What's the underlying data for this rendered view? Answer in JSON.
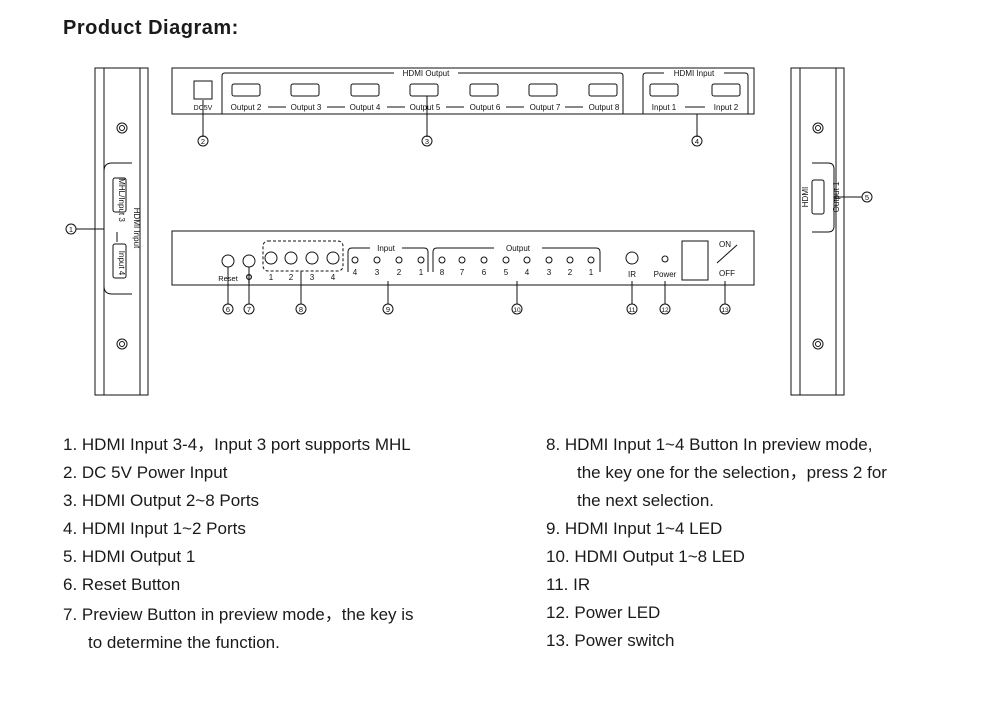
{
  "title": "Product Diagram:",
  "diagram": {
    "hdmi_output_group": "HDMI Output",
    "hdmi_input_group": "HDMI Input",
    "dc_label": "DC5V",
    "outputs_top": [
      "Output 2",
      "Output 3",
      "Output 4",
      "Output 5",
      "Output 6",
      "Output 7",
      "Output 8"
    ],
    "inputs_top": [
      "Input 1",
      "Input 2"
    ],
    "left_side": {
      "hdmi_input": "HDMI Input",
      "mhl_input3": "MHL/Input 3",
      "input4": "Input 4"
    },
    "right_side": {
      "hdmi": "HDMI",
      "output1": "Output 1"
    },
    "front": {
      "reset": "Reset",
      "buttons": [
        "1",
        "2",
        "3",
        "4"
      ],
      "input_group": "Input",
      "input_leds": [
        "4",
        "3",
        "2",
        "1"
      ],
      "output_group": "Output",
      "output_leds": [
        "8",
        "7",
        "6",
        "5",
        "4",
        "3",
        "2",
        "1"
      ],
      "ir": "IR",
      "power": "Power",
      "on": "ON",
      "off": "OFF"
    },
    "callouts": [
      "1",
      "2",
      "3",
      "4",
      "5",
      "6",
      "7",
      "8",
      "9",
      "10",
      "11",
      "12",
      "13"
    ]
  },
  "list_left": [
    "1.  HDMI Input 3-4，Input 3 port supports MHL",
    "2.  DC 5V Power Input",
    "3.  HDMI Output 2~8 Ports",
    "4.  HDMI Input 1~2 Ports",
    "5.  HDMI Output 1",
    "6.  Reset Button",
    "7.  Preview Button in preview mode，the key is",
    "to determine the function."
  ],
  "list_right": [
    "8.   HDMI Input 1~4 Button In preview mode,",
    "the key one for the selection，press 2 for",
    "the next selection.",
    "9.   HDMI Input 1~4 LED",
    "10. HDMI Output 1~8 LED",
    "11. IR",
    "12. Power LED",
    "13. Power switch"
  ]
}
